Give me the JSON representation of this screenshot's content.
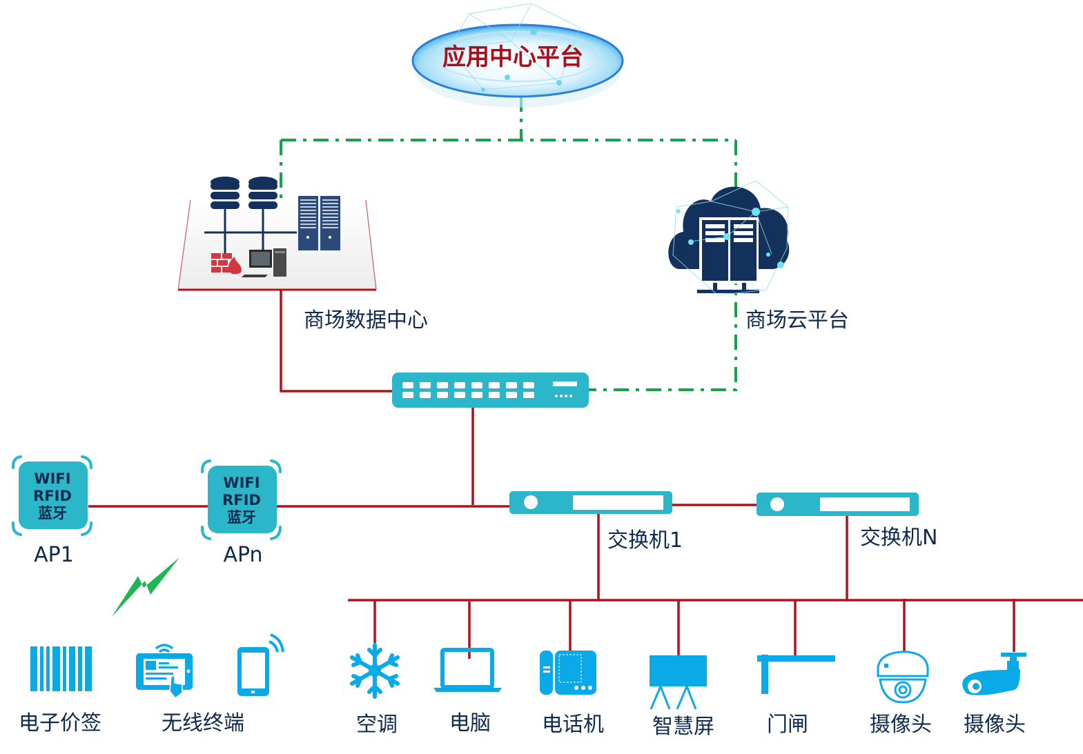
{
  "colors": {
    "wired_link": "#b0121c",
    "cloud_link": "#12a54a",
    "device_teal": "#2bb6c9",
    "device_blue": "#0aa9e8",
    "navy": "#13315c",
    "label_text": "#0d2a4f",
    "title_text": "#a80f1a",
    "firewall_red": "#d2383f"
  },
  "platform": {
    "title": "应用中心平台",
    "icon": "halo-disc-icon"
  },
  "data_center": {
    "label": "商场数据中心",
    "icons": [
      "database-icon",
      "database-icon",
      "server-rack-icon",
      "firewall-icon",
      "desktop-computer-icon"
    ]
  },
  "cloud_platform": {
    "label": "商场云平台",
    "icon": "cloud-server-icon"
  },
  "core_switch": {
    "icon": "core-switch-icon"
  },
  "access_points": [
    {
      "name": "AP1",
      "lines": [
        "WIFI",
        "RFID",
        "蓝牙"
      ]
    },
    {
      "name": "APn",
      "lines": [
        "WIFI",
        "RFID",
        "蓝牙"
      ]
    }
  ],
  "switches": [
    {
      "label": "交换机1"
    },
    {
      "label": "交换机N"
    }
  ],
  "wireless_signal": {
    "icon": "lightning-bolt-icon"
  },
  "wireless_devices": [
    {
      "label": "电子价签",
      "icons": [
        "barcode-icon"
      ]
    },
    {
      "label": "无线终端",
      "icons": [
        "tablet-touch-icon",
        "smartphone-icon"
      ]
    }
  ],
  "wired_devices": [
    {
      "label": "空调",
      "icon": "snowflake-icon"
    },
    {
      "label": "电脑",
      "icon": "laptop-icon"
    },
    {
      "label": "电话机",
      "icon": "telephone-icon"
    },
    {
      "label": "智慧屏",
      "icon": "smart-screen-icon"
    },
    {
      "label": "门闸",
      "icon": "barrier-gate-icon"
    },
    {
      "label": "摄像头",
      "icon": "dome-camera-icon"
    },
    {
      "label": "摄像头",
      "icon": "bullet-camera-icon"
    }
  ]
}
